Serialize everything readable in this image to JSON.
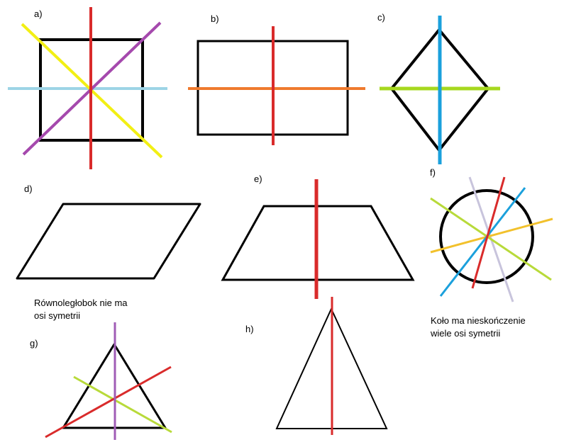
{
  "colors": {
    "outline": "#000000",
    "red": "#d92b2b",
    "yellow": "#f2ef14",
    "purple": "#a549ad",
    "light_blue": "#9dd4e6",
    "orange": "#ef7a2d",
    "cyan": "#1ba0dc",
    "lime": "#a6d81e",
    "lavender": "#c8c4dc",
    "gold": "#f2c12c",
    "yellow_green": "#b8da3a",
    "violet": "#a05cb6"
  },
  "figures": [
    {
      "id": "a",
      "label": "a)",
      "shape": "square",
      "axes": [
        "vertical",
        "horizontal",
        "diagonal",
        "anti-diagonal"
      ]
    },
    {
      "id": "b",
      "label": "b)",
      "shape": "rectangle",
      "axes": [
        "vertical",
        "horizontal"
      ]
    },
    {
      "id": "c",
      "label": "c)",
      "shape": "rhombus",
      "axes": [
        "vertical",
        "horizontal"
      ]
    },
    {
      "id": "d",
      "label": "d)",
      "shape": "parallelogram",
      "axes": [],
      "note_lines": [
        "Równoległobok nie ma",
        "osi symetrii"
      ]
    },
    {
      "id": "e",
      "label": "e)",
      "shape": "isosceles trapezoid",
      "axes": [
        "vertical"
      ]
    },
    {
      "id": "f",
      "label": "f)",
      "shape": "circle",
      "axes": [
        "many"
      ],
      "note_lines": [
        "Koło ma nieskończenie",
        "wiele osi symetrii"
      ]
    },
    {
      "id": "g",
      "label": "g)",
      "shape": "equilateral triangle",
      "axes": [
        "vertical",
        "diagonal",
        "anti-diagonal"
      ]
    },
    {
      "id": "h",
      "label": "h)",
      "shape": "isosceles triangle",
      "axes": [
        "vertical"
      ]
    }
  ]
}
